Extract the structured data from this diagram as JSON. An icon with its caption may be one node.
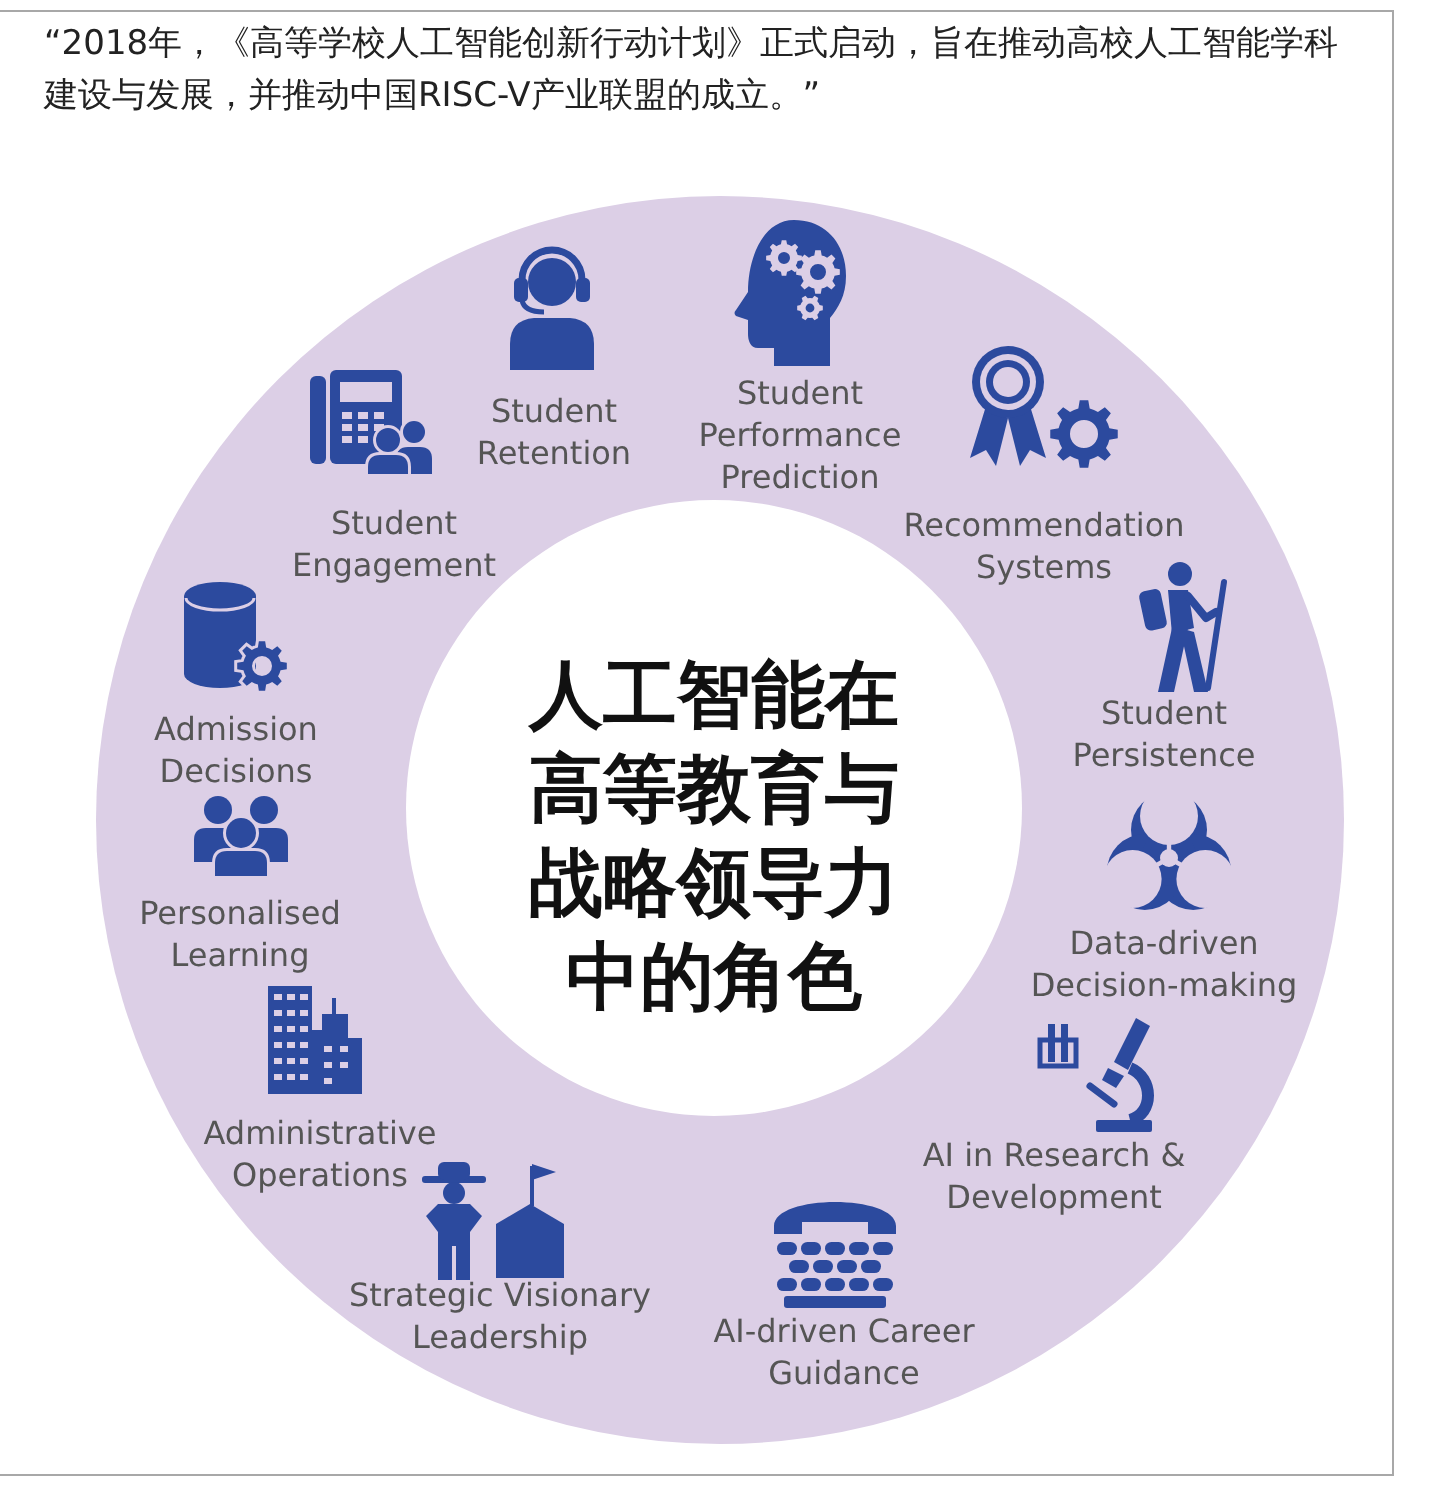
{
  "diagram": {
    "caption": "“2018年，《高等学校人工智能创新行动计划》正式启动，旨在推动高校人工智能学科建设与发展，并推动中国RISC-V产业联盟的成立。”",
    "nodes": [
      {
        "text": [
          "Student Retention",
          "Student Performance Prediction",
          "Student Engagement",
          "Recommendation Systems",
          "Admission Decisions",
          "Student Persistence",
          "Personalised Learning",
          "Data-driven Decision-making",
          "Administrative Operations",
          "AI in Research & Development",
          "Strategic Visionary Leadership",
          "AI-driven Career Guidance"
        ]
      },
      {
        "text": [
          "人工智能在高等教育与战略领导力中的角色"
        ],
        "in": 0
      }
    ]
  }
}
